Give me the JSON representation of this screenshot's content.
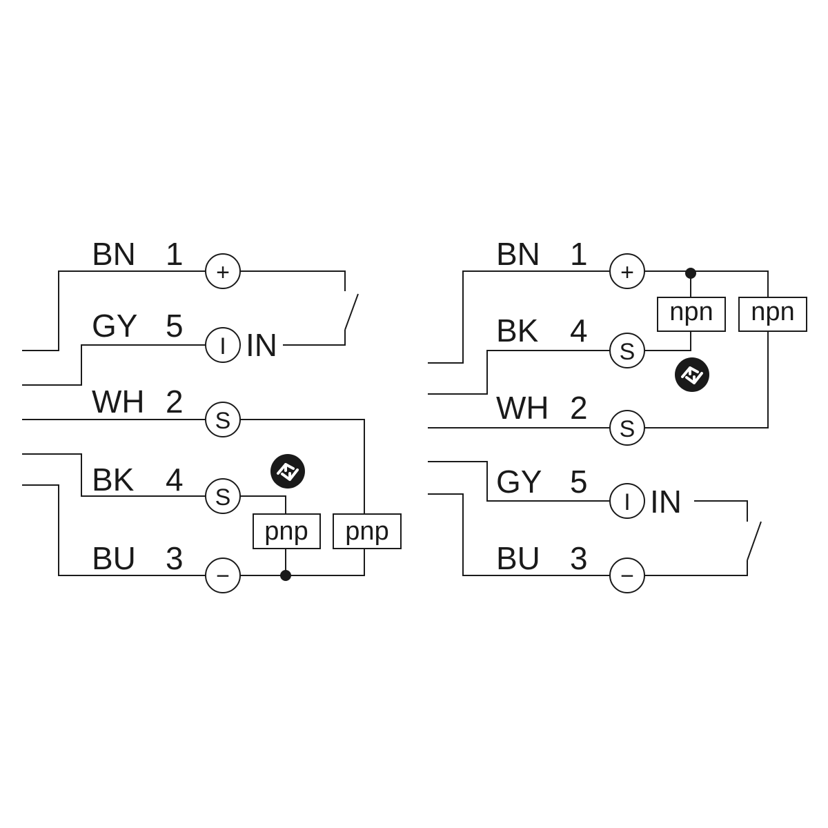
{
  "left": {
    "wires": [
      {
        "color": "BN",
        "pin": "1",
        "terminal": "+"
      },
      {
        "color": "GY",
        "pin": "5",
        "terminal": "I",
        "suffix": "IN"
      },
      {
        "color": "WH",
        "pin": "2",
        "terminal": "S"
      },
      {
        "color": "BK",
        "pin": "4",
        "terminal": "S"
      },
      {
        "color": "BU",
        "pin": "3",
        "terminal": "−"
      }
    ],
    "boxes": [
      "pnp",
      "pnp"
    ]
  },
  "right": {
    "wires": [
      {
        "color": "BN",
        "pin": "1",
        "terminal": "+"
      },
      {
        "color": "BK",
        "pin": "4",
        "terminal": "S"
      },
      {
        "color": "WH",
        "pin": "2",
        "terminal": "S"
      },
      {
        "color": "GY",
        "pin": "5",
        "terminal": "I",
        "suffix": "IN"
      },
      {
        "color": "BU",
        "pin": "3",
        "terminal": "−"
      }
    ],
    "boxes": [
      "npn",
      "npn"
    ]
  },
  "icons": [
    "antivalent-switching-icon",
    "antivalent-switching-icon"
  ],
  "colors": {
    "line": "#1a1a1a",
    "background": "#ffffff"
  }
}
